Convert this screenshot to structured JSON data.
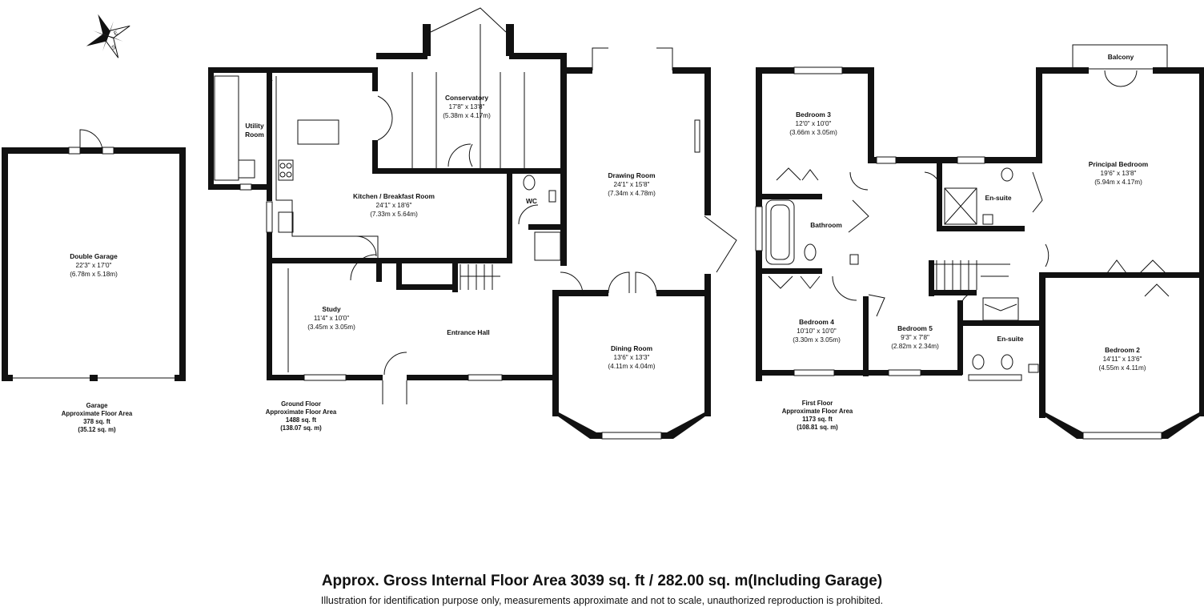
{
  "compass": {
    "n": "N",
    "e": "E",
    "s": "S",
    "w": "W"
  },
  "rooms": {
    "garage": {
      "name": "Double Garage",
      "imperial": "22'3\" x 17'0\"",
      "metric": "(6.78m x 5.18m)"
    },
    "utility": {
      "name1": "Utility",
      "name2": "Room"
    },
    "conservatory": {
      "name": "Conservatory",
      "imperial": "17'8\" x 13'8\"",
      "metric": "(5.38m x 4.17m)"
    },
    "kitchen": {
      "name": "Kitchen / Breakfast Room",
      "imperial": "24'1\" x 18'6\"",
      "metric": "(7.33m x 5.64m)"
    },
    "wc": {
      "name": "WC"
    },
    "drawing": {
      "name": "Drawing Room",
      "imperial": "24'1\" x 15'8\"",
      "metric": "(7.34m x 4.78m)"
    },
    "study": {
      "name": "Study",
      "imperial": "11'4\" x 10'0\"",
      "metric": "(3.45m x 3.05m)"
    },
    "hall": {
      "name": "Entrance Hall"
    },
    "dining": {
      "name": "Dining Room",
      "imperial": "13'6\" x 13'3\"",
      "metric": "(4.11m x 4.04m)"
    },
    "bed3": {
      "name": "Bedroom 3",
      "imperial": "12'0\" x 10'0\"",
      "metric": "(3.66m x 3.05m)"
    },
    "bathroom": {
      "name": "Bathroom"
    },
    "ensuite1": {
      "name": "En-suite"
    },
    "balcony": {
      "name": "Balcony"
    },
    "principal": {
      "name": "Principal Bedroom",
      "imperial": "19'6\" x 13'8\"",
      "metric": "(5.94m x 4.17m)"
    },
    "bed4": {
      "name": "Bedroom 4",
      "imperial": "10'10\" x 10'0\"",
      "metric": "(3.30m x 3.05m)"
    },
    "bed5": {
      "name": "Bedroom 5",
      "imperial": "9'3\" x 7'8\"",
      "metric": "(2.82m x 2.34m)"
    },
    "ensuite2": {
      "name": "En-suite"
    },
    "bed2": {
      "name": "Bedroom 2",
      "imperial": "14'11\" x 13'6\"",
      "metric": "(4.55m x 4.11m)"
    }
  },
  "areas": {
    "garage": {
      "l1": "Garage",
      "l2": "Approximate Floor Area",
      "l3": "378 sq. ft",
      "l4": "(35.12 sq. m)"
    },
    "ground": {
      "l1": "Ground Floor",
      "l2": "Approximate Floor Area",
      "l3": "1488 sq. ft",
      "l4": "(138.07 sq. m)"
    },
    "first": {
      "l1": "First Floor",
      "l2": "Approximate Floor Area",
      "l3": "1173 sq. ft",
      "l4": "(108.81 sq. m)"
    }
  },
  "footer": {
    "title": "Approx. Gross Internal Floor Area 3039 sq. ft / 282.00 sq. m(Including Garage)",
    "note": "Illustration for identification purpose only, measurements approximate and not to scale, unauthorized reproduction is prohibited."
  }
}
